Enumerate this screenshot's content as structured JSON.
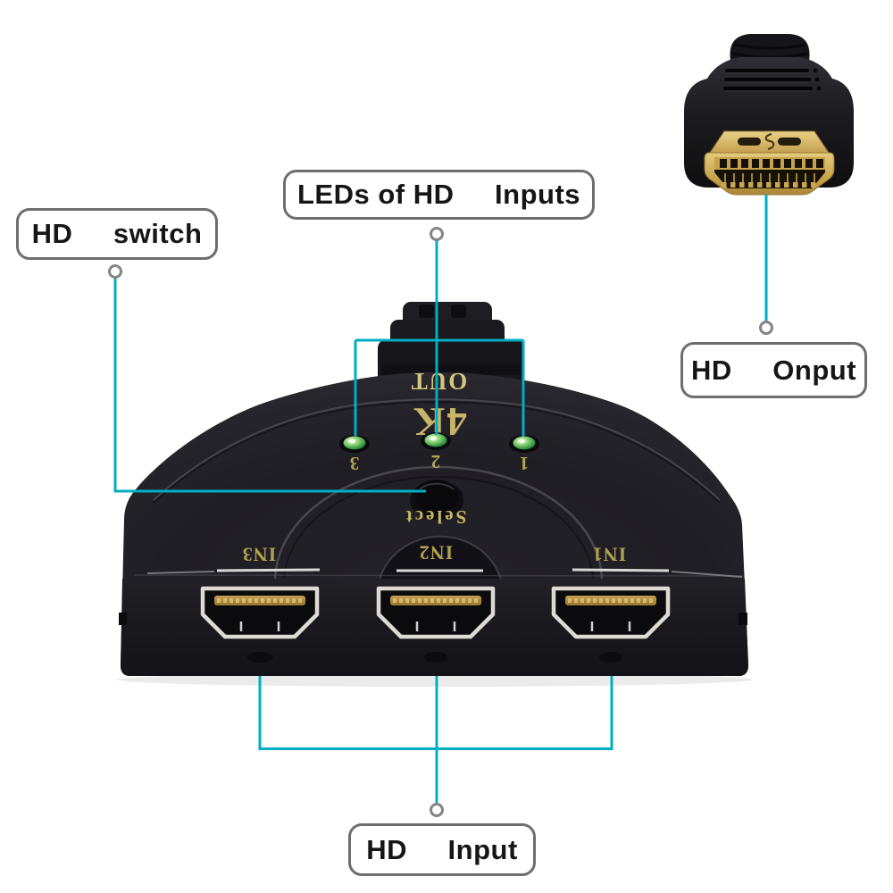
{
  "colors": {
    "callout_line": "#00adc4",
    "marker_ring": "#858585",
    "label_border": "#6e6e6e",
    "label_text": "#161616",
    "device_body": "#1c1b20",
    "gold_text": "#b5a452",
    "led_green": "#47a64e",
    "connector_gold": "#c9a84c",
    "port_bezel": "#dedbd4"
  },
  "callouts": {
    "hd_switch": "HD     switch",
    "leds_of_hd_inputs": "LEDs of HD     Inputs",
    "hd_onput": "HD     Onput",
    "hd_input": "HD     Input"
  },
  "device": {
    "out_label": "OUT",
    "resolution_badge": "4K",
    "led_labels": [
      "3",
      "2",
      "1"
    ],
    "select_label": "Select",
    "input_labels": [
      "IN3",
      "IN2",
      "IN1"
    ]
  }
}
